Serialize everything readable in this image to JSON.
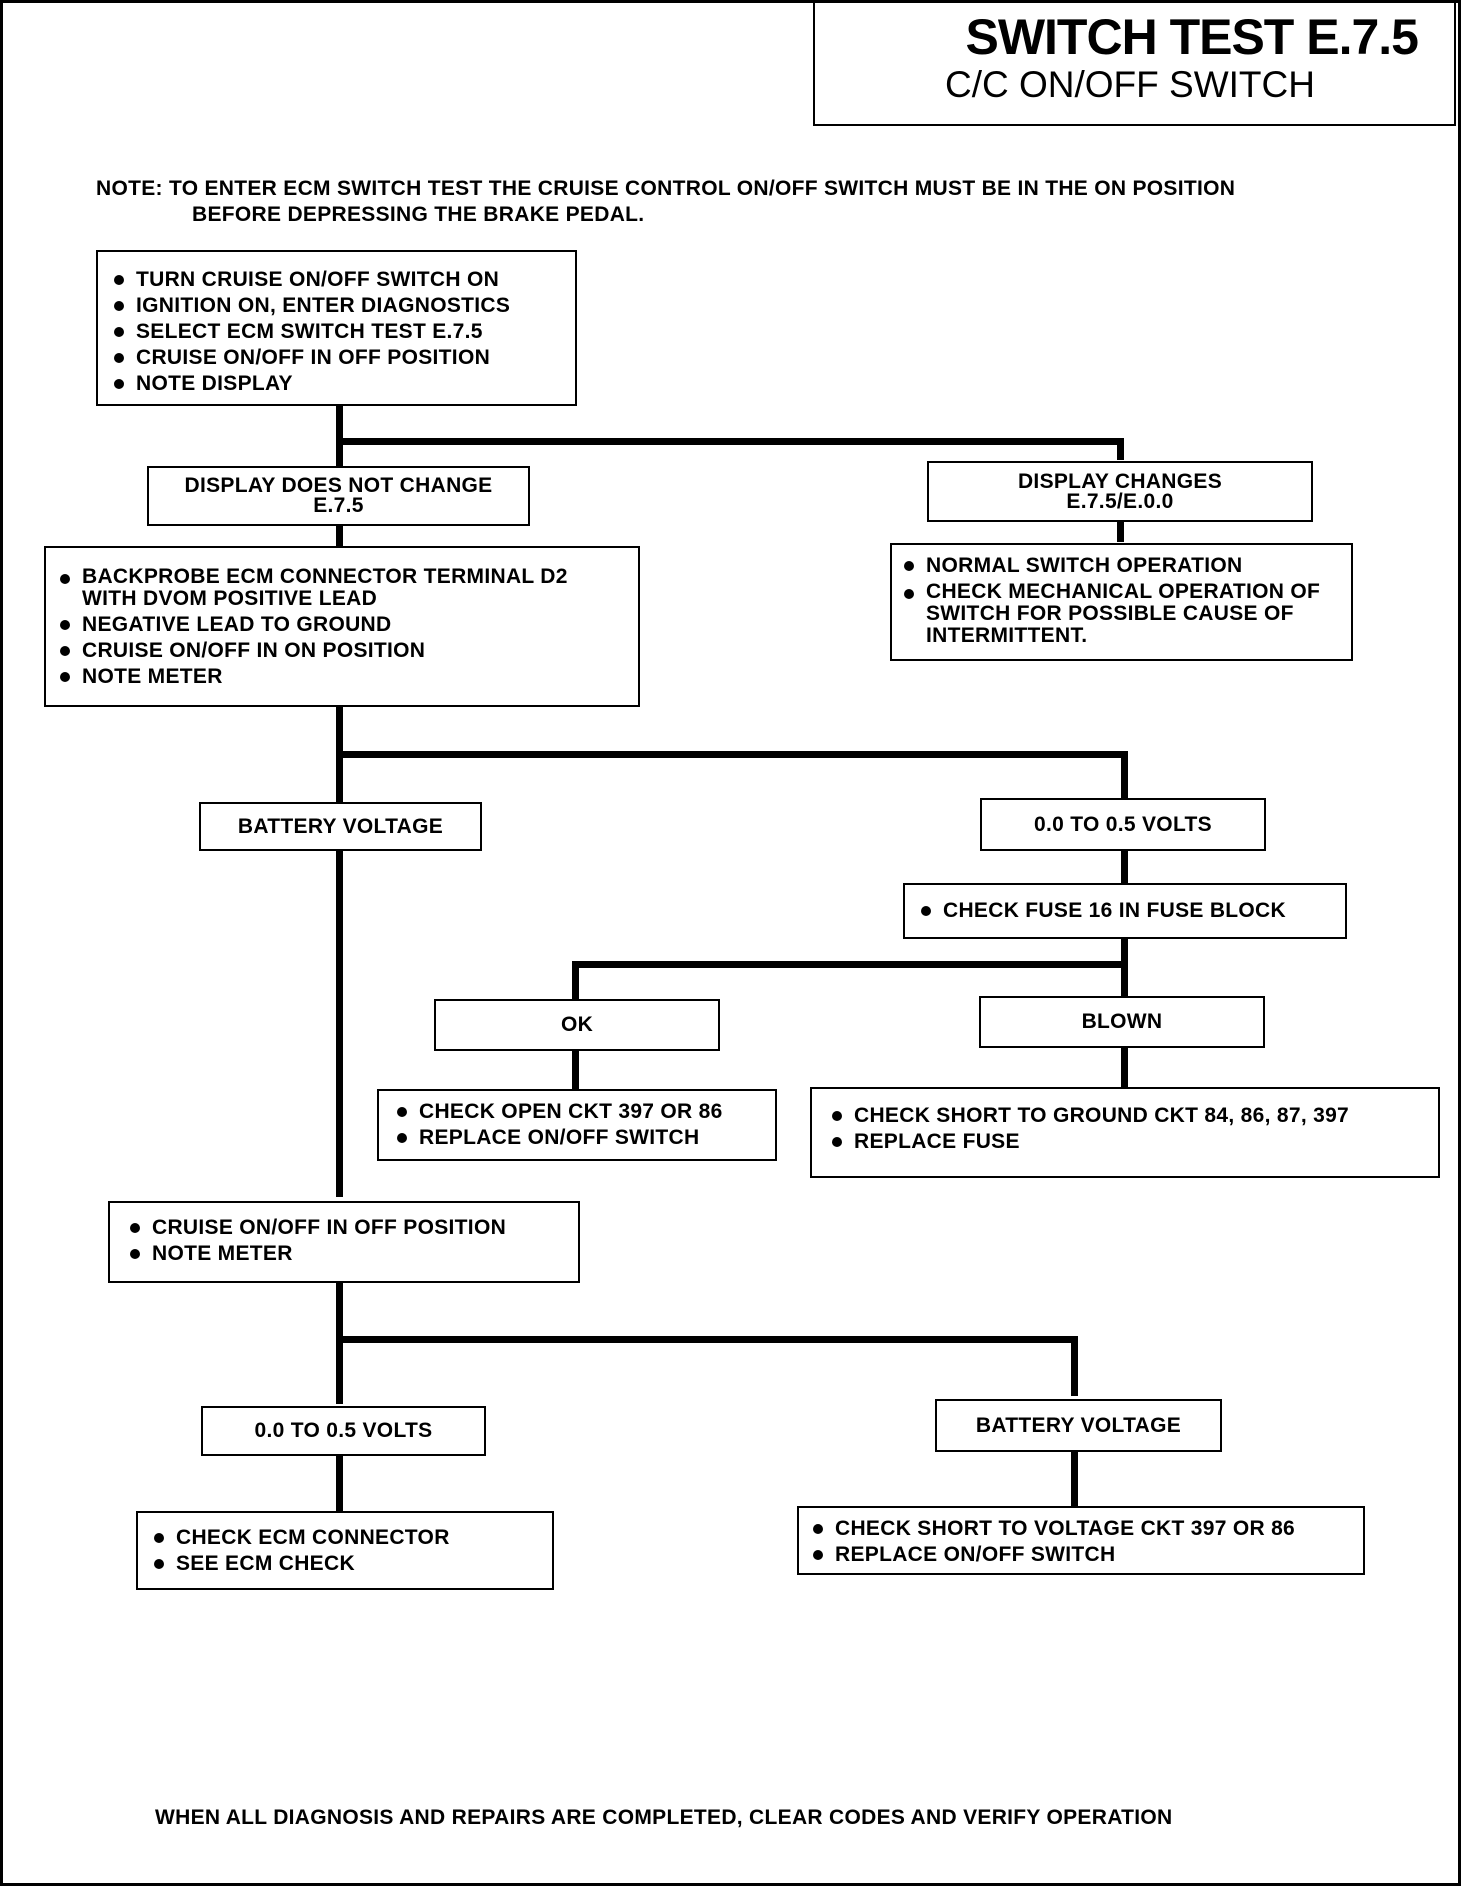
{
  "header": {
    "title": "SWITCH TEST E.7.5",
    "subtitle": "C/C ON/OFF SWITCH"
  },
  "note": {
    "line1": "NOTE: TO ENTER ECM SWITCH TEST THE CRUISE CONTROL ON/OFF SWITCH MUST BE IN THE ON POSITION",
    "line2": "BEFORE DEPRESSING THE BRAKE PEDAL."
  },
  "steps": {
    "start": [
      "TURN CRUISE ON/OFF SWITCH ON",
      "IGNITION ON, ENTER DIAGNOSTICS",
      "SELECT ECM SWITCH TEST E.7.5",
      "CRUISE ON/OFF IN OFF POSITION",
      "NOTE DISPLAY"
    ],
    "display_no_change": [
      "DISPLAY DOES NOT CHANGE",
      "E.7.5"
    ],
    "display_changes": [
      "DISPLAY CHANGES",
      "E.7.5/E.0.0"
    ],
    "normal_operation": [
      "NORMAL SWITCH OPERATION",
      "CHECK MECHANICAL OPERATION OF SWITCH FOR POSSIBLE CAUSE OF INTERMITTENT."
    ],
    "backprobe": [
      "BACKPROBE ECM CONNECTOR TERMINAL D2 WITH DVOM POSITIVE LEAD",
      "NEGATIVE LEAD TO GROUND",
      "CRUISE ON/OFF IN ON POSITION",
      "NOTE METER"
    ],
    "battery_voltage_1": "BATTERY VOLTAGE",
    "low_volts_1": "0.0 TO 0.5 VOLTS",
    "check_fuse": [
      "CHECK FUSE 16 IN FUSE BLOCK"
    ],
    "ok": "OK",
    "blown": "BLOWN",
    "ok_actions": [
      "CHECK OPEN CKT 397 OR 86",
      "REPLACE ON/OFF SWITCH"
    ],
    "blown_actions": [
      "CHECK SHORT TO GROUND CKT 84, 86, 87, 397",
      "REPLACE FUSE"
    ],
    "cruise_off": [
      "CRUISE ON/OFF IN OFF POSITION",
      "NOTE METER"
    ],
    "low_volts_2": "0.0 TO 0.5 VOLTS",
    "battery_voltage_2": "BATTERY VOLTAGE",
    "ecm_actions": [
      "CHECK ECM CONNECTOR",
      "SEE ECM CHECK"
    ],
    "short_actions": [
      "CHECK SHORT TO VOLTAGE CKT 397 OR 86",
      "REPLACE ON/OFF SWITCH"
    ]
  },
  "footer": "WHEN ALL DIAGNOSIS AND REPAIRS ARE COMPLETED, CLEAR CODES AND VERIFY OPERATION"
}
